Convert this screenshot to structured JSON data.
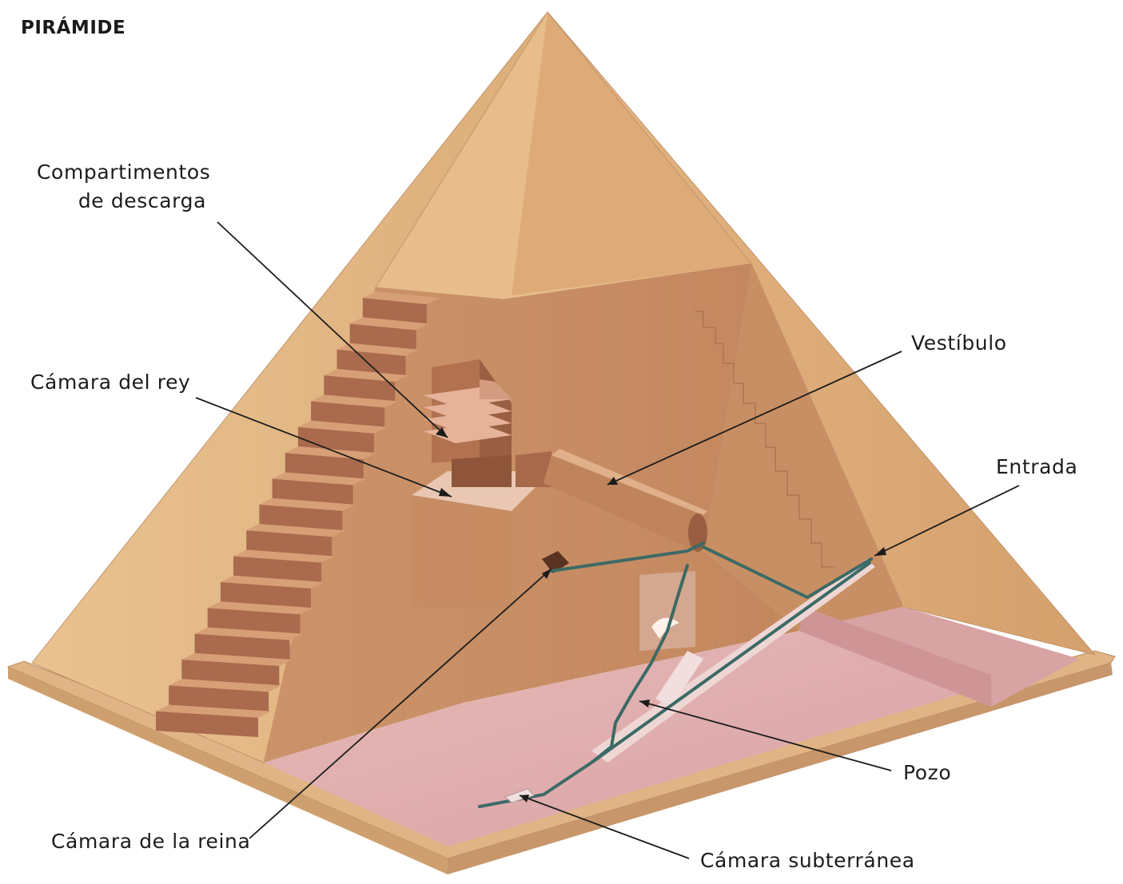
{
  "title": "PIRÁMIDE",
  "labels": {
    "relieving_chambers": [
      "Compartimentos",
      "de descarga"
    ],
    "kings_chamber": "Cámara del rey",
    "queens_chamber": "Cámara de la reina",
    "grand_gallery": "Vestíbulo",
    "entrance": "Entrada",
    "well_shaft": "Pozo",
    "subterranean_chamber": "Cámara subterránea"
  },
  "colors": {
    "face_light": "#e7bf8f",
    "face_mid": "#d9a672",
    "face_dark": "#c48b5d",
    "cut_wall": "#c9906a",
    "cut_floor": "#e0b0b0",
    "base_slab": "#e3b889",
    "step_front": "#a96a4e",
    "step_top": "#d79f75",
    "passage": "#3e6b66",
    "leader_line": "#1c1c1c"
  }
}
